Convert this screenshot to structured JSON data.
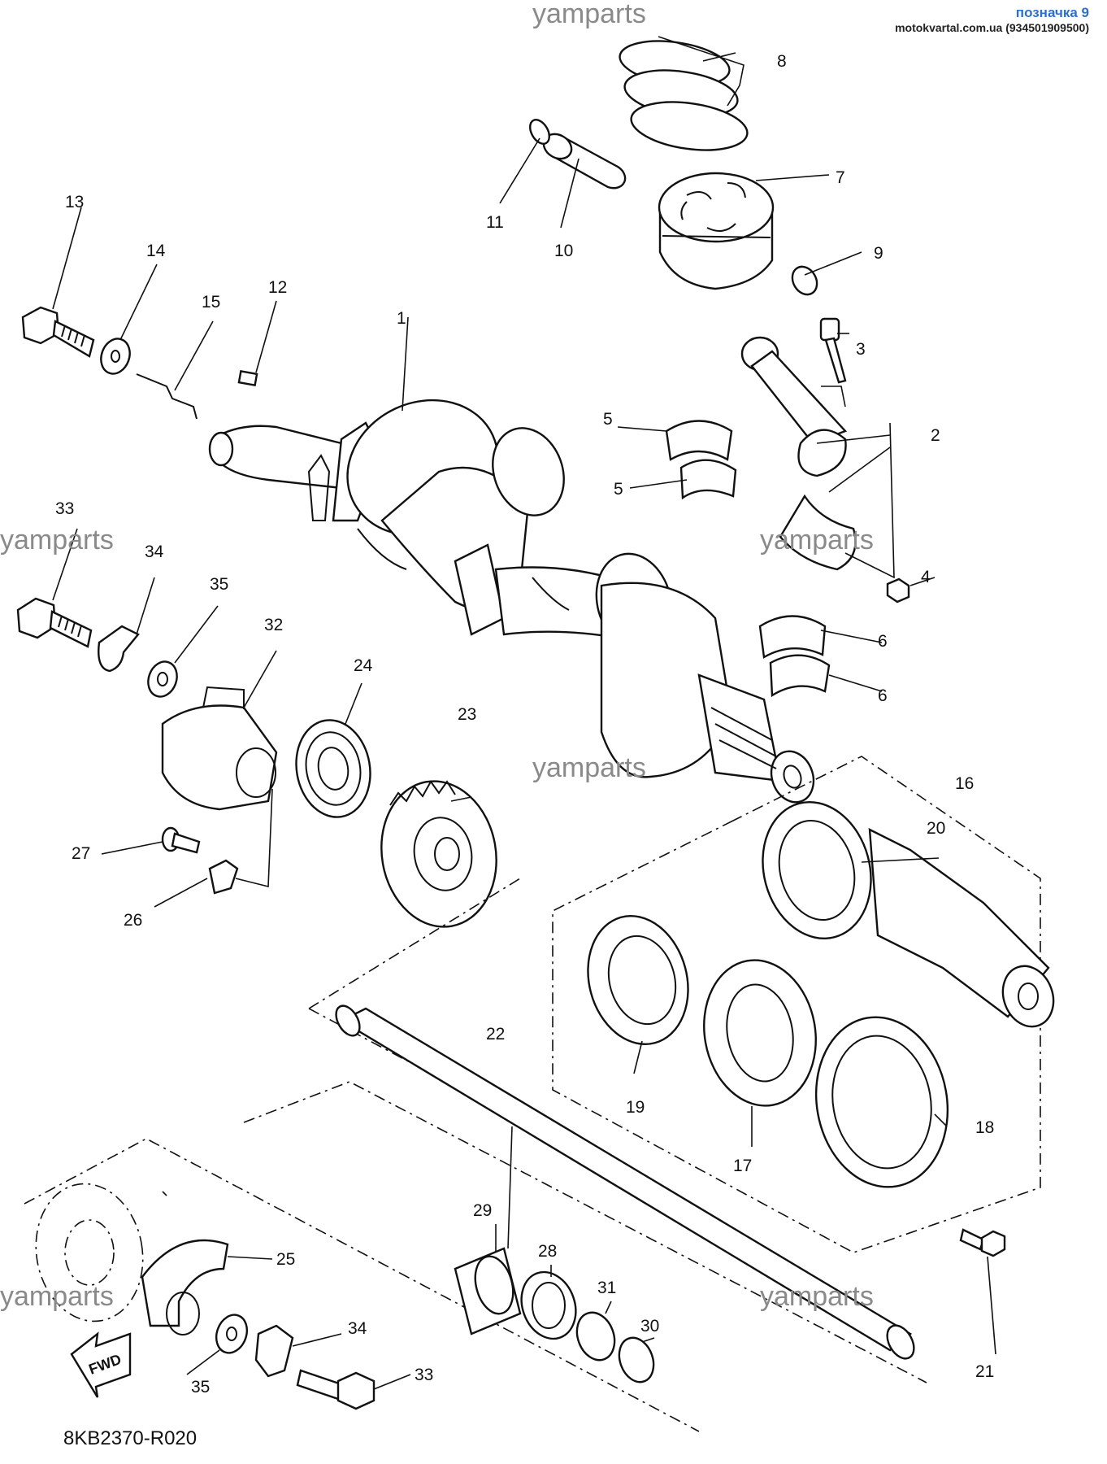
{
  "header": {
    "badge": "позначка 9",
    "contact": "motokvartal.com.ua (934501909500)"
  },
  "watermark": "yamparts",
  "diagram_code": "8KB2370-R020",
  "fwd_label": "FWD",
  "callouts": [
    "1",
    "2",
    "3",
    "4",
    "5",
    "5",
    "6",
    "6",
    "7",
    "8",
    "9",
    "10",
    "11",
    "12",
    "13",
    "14",
    "15",
    "16",
    "17",
    "18",
    "19",
    "20",
    "21",
    "22",
    "23",
    "24",
    "25",
    "26",
    "27",
    "28",
    "29",
    "30",
    "31",
    "32",
    "33",
    "33",
    "34",
    "34",
    "35",
    "35"
  ]
}
